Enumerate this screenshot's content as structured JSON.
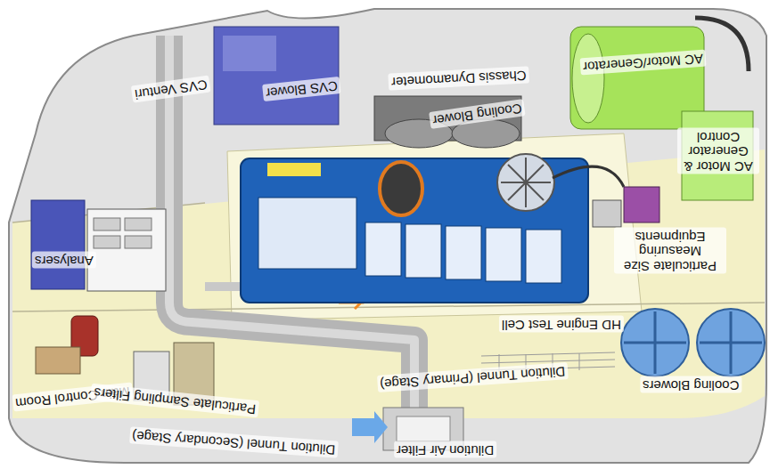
{
  "diagram": {
    "labels": [
      "CVS Venturi",
      "CVS Blower",
      "Chassis Dynamometer",
      "AC Motor/Generator",
      "AC Motor & Generator Control",
      "Cooling Blower",
      "Analysers",
      "Particulate Size Measuring Equipments",
      "HD Engine Test Cell",
      "Cooling Blowers",
      "Main Control Room",
      "Particulate Sampling Filters",
      "Dilution Tunnel (Primary Stage)",
      "Dilution Tunnel (Secondary Stage)",
      "Dilution Air Filter"
    ]
  }
}
